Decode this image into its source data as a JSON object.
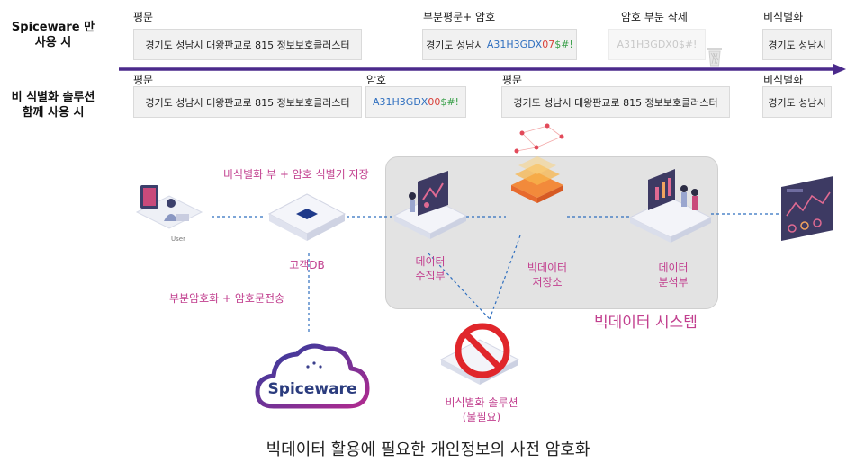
{
  "top": {
    "row1_label": [
      "Spiceware 만",
      "사용 시"
    ],
    "row2_label": [
      "비 식별화 솔루션",
      "함께 사용 시"
    ],
    "row1": {
      "plain_caption": "평문",
      "plain_text": "경기도 성남시 대왕판교로 815 정보보호클러스터",
      "partial_caption": "부분평문+ 암호",
      "partial_prefix": "경기도 성남시 ",
      "partial_blue": "A31H3GDX",
      "partial_red": "07",
      "partial_green": "$#!",
      "delete_caption": "암호 부분 삭제",
      "delete_text": "A31H3GDX0$#!",
      "deid_caption": "비식별화",
      "deid_text": "경기도 성남시"
    },
    "row2": {
      "plain_caption": "평문",
      "plain_text": "경기도 성남시 대왕판교로 815 정보보호클러스터",
      "cipher_caption": "암호",
      "cipher_blue": "A31H3GDX",
      "cipher_red": "00",
      "cipher_green": "$#!",
      "plain2_caption": "평문",
      "plain2_text": "경기도 성남시 대왕판교로 815 정보보호클러스터",
      "deid_caption": "비식별화",
      "deid_text": "경기도 성남시"
    }
  },
  "diagram": {
    "user_label": "User",
    "customer_db_label": "고객DB",
    "deid_key_note": "비식별화 부 + 암호 식별키 저장",
    "partial_encrypt_note": "부분암호화 + 암호문전송",
    "collection_label": [
      "데이터",
      "수집부"
    ],
    "storage_label": [
      "빅데이터",
      "저장소"
    ],
    "analysis_label": [
      "데이터",
      "분석부"
    ],
    "system_label": "빅데이터 시스템",
    "spiceware_logo": "Spiceware",
    "deid_solution_label": [
      "비식별화 솔루션",
      "(불필요)"
    ],
    "bottom_title": "빅데이터 활용에 필요한 개인정보의 사전 암호화"
  },
  "colors": {
    "arrow": "#4b2a8c",
    "pink_text": "#c2408f",
    "cipher_blue": "#2f6fbf",
    "cipher_red": "#d8403a",
    "cipher_green": "#3aa04a",
    "prohibit_red": "#e0262b",
    "db_chip": "#1f3a8a"
  }
}
